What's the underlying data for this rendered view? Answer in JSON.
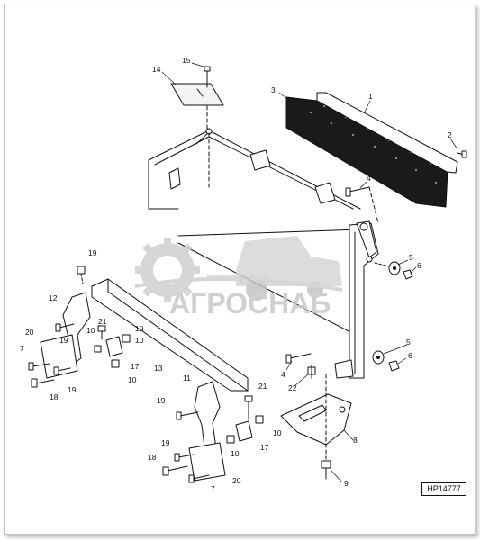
{
  "diagram": {
    "figure_code": "HP14777",
    "watermark": {
      "small": "ООО",
      "large": "АГРОСНАБ",
      "icon": "combine-harvester-gear-icon"
    },
    "callouts": [
      "1",
      "2",
      "3",
      "4",
      "5",
      "6",
      "7",
      "8",
      "9",
      "10",
      "11",
      "12",
      "13",
      "14",
      "15",
      "17",
      "18",
      "19",
      "20",
      "21",
      "22"
    ]
  },
  "colors": {
    "line": "#111111",
    "panel": "#1a1a1a",
    "watermark": "#c8c8c8"
  }
}
